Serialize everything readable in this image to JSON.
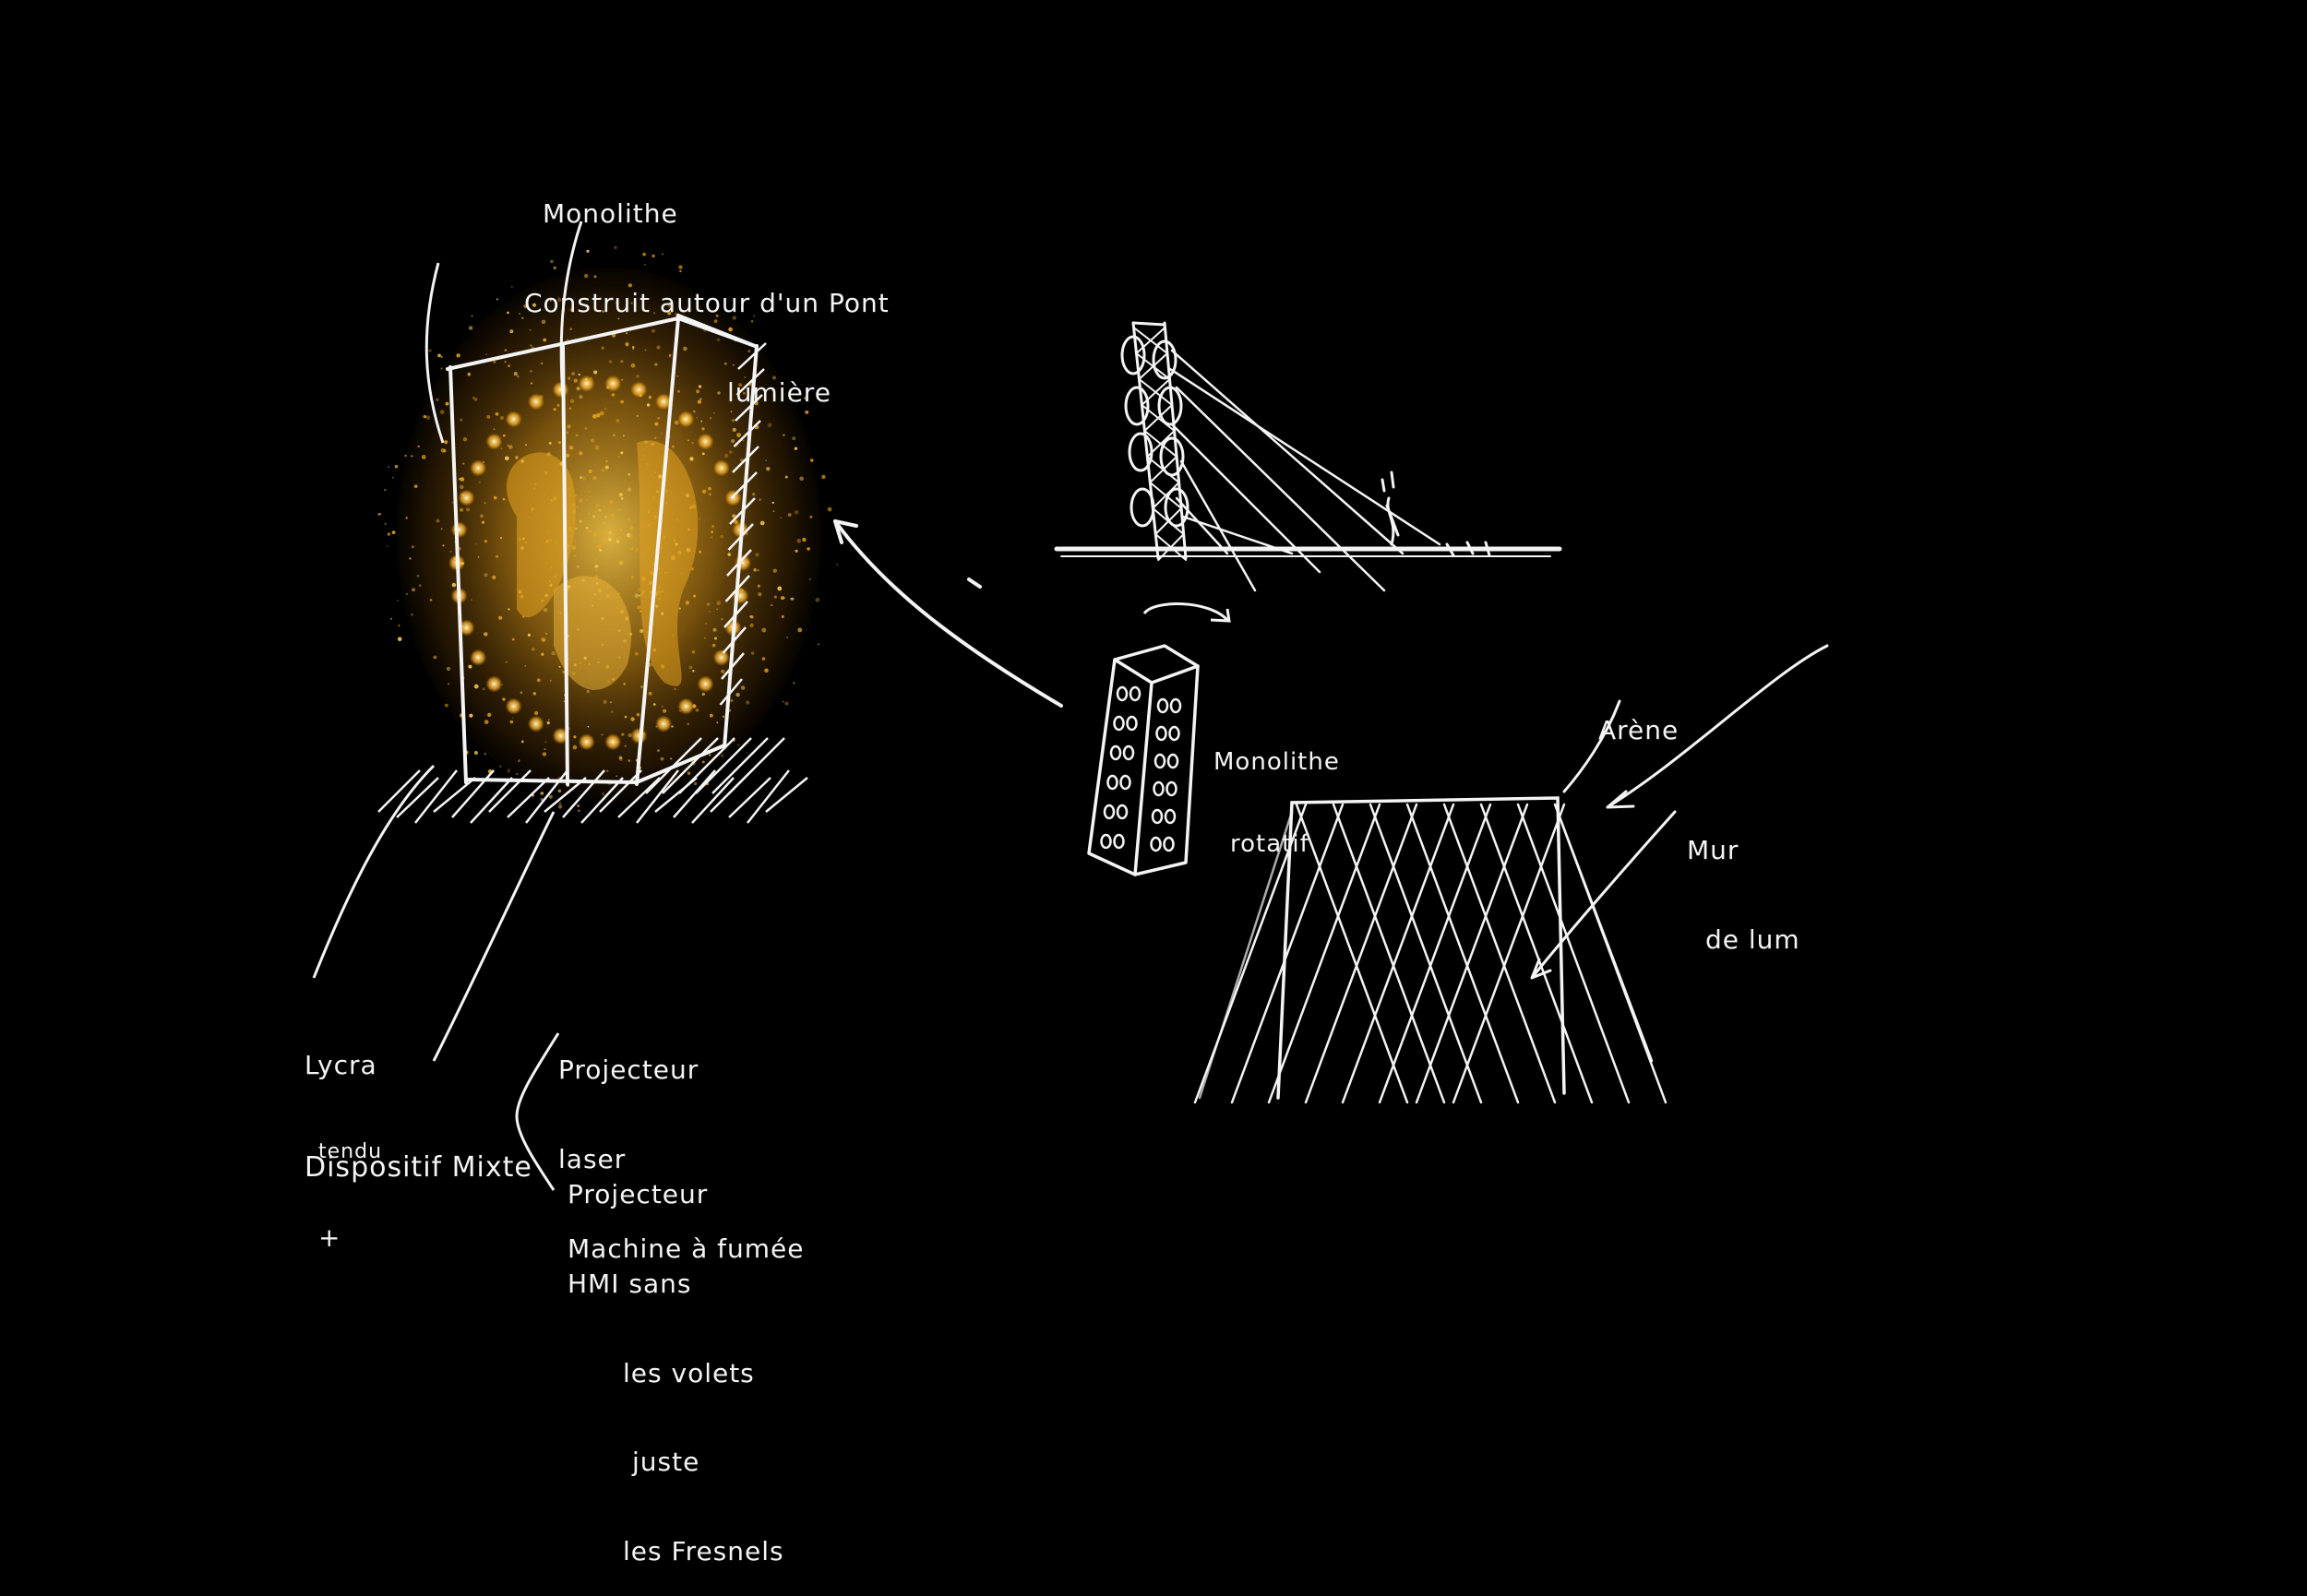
{
  "colors": {
    "background": "#000000",
    "ink": "#f4f4f4",
    "glow": "#f2b020",
    "glow_core": "#ffd35a"
  },
  "annotations": {
    "monolith_top": [
      "Monolithe",
      "Construit autour d'un Pont",
      "lumière"
    ],
    "monolithe_rotatif": [
      "Monolithe",
      "rotatif"
    ],
    "arene": "Arène",
    "mur": [
      "Mur",
      "de lum"
    ],
    "lycra": [
      "Lycra",
      "tendu",
      "+"
    ],
    "dispositif": "Dispositif Mixte",
    "projecteur_laser": [
      "Projecteur",
      "laser",
      "Machine à fumée"
    ],
    "projecteur_hmi": [
      "Projecteur",
      "HMI sans",
      "les volets",
      "juste",
      "les Fresnels"
    ]
  }
}
